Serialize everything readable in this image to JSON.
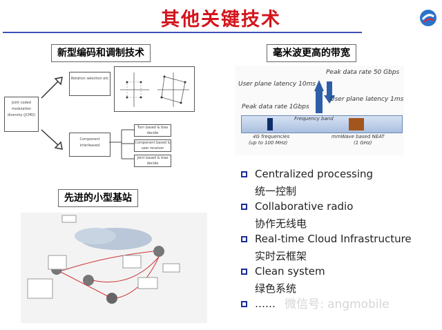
{
  "title": "其他关键技术",
  "sections": {
    "coding": "新型编码和调制技术",
    "mmwave": "毫米波更高的带宽",
    "smallcell": "先进的小型基站"
  },
  "coding_diagram": {
    "left_box": "Joint coded modulation diversity (JCMD)",
    "box_top": "Rotation selection etc",
    "box_bottom": "Component interleaved",
    "sub_boxes": [
      "Turn based & bias decide",
      "Component based & user receiver",
      "Joint based & bias decide"
    ]
  },
  "mmwave": {
    "peak_50": "Peak data rate 50 Gbps",
    "latency_10": "User plane latency 10ms",
    "latency_1": "User plane latency 1ms",
    "peak_1": "Peak data rate 1Gbps",
    "band": "Frequency band",
    "lte": "4G frequencies",
    "lte_sub": "(up to 100 MHz)",
    "mm": "mmWave based NEAT",
    "mm_sub": "(1 GHz)"
  },
  "bullets": [
    {
      "en": "Centralized processing",
      "zh": "统一控制"
    },
    {
      "en": "Collaborative radio",
      "zh": "协作无线电"
    },
    {
      "en": "Real-time Cloud Infrastructure",
      "zh": "实时云框架"
    },
    {
      "en": "Clean system",
      "zh": "绿色系统"
    },
    {
      "en": "……",
      "zh": ""
    }
  ],
  "watermark": "微信号: angmobile",
  "colors": {
    "title": "#d4141c",
    "rule": "#3a4fb4",
    "bullet": "#1a2a9a"
  }
}
